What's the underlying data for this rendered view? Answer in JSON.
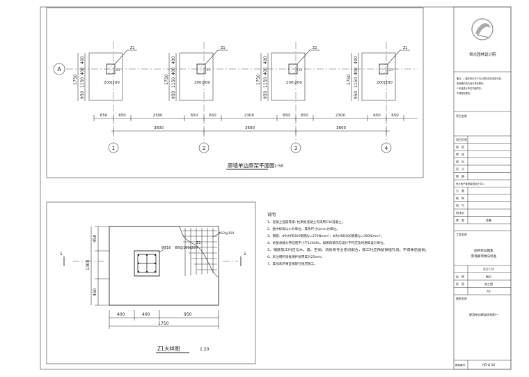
{
  "plan": {
    "title": "廊墙单边廊架平面图",
    "scale": "1:50",
    "axis_a": "A",
    "axes": [
      "1",
      "2",
      "3",
      "4"
    ],
    "column_tag": "Z1",
    "col_size": "200|200",
    "z1": "Z1",
    "dims_left": [
      "400",
      "400",
      "1150",
      "1750",
      "950"
    ],
    "dims_bottom": [
      "650",
      "650",
      "2300",
      "650",
      "650",
      "2300",
      "650",
      "650",
      "2300",
      "650",
      "650"
    ],
    "bays": [
      "3600",
      "3600",
      "3600"
    ]
  },
  "detail": {
    "title": "Z1大样图",
    "scale": "1:20",
    "rebar_main": "8Φ16",
    "stirrup": "Φ8@100/200",
    "z1": "Z1",
    "mesh": "Φ12@150",
    "section_left": "1",
    "section_right": "1",
    "dims_left": [
      "450",
      "1300",
      "450"
    ],
    "dims_bottom": [
      "400",
      "400",
      "950"
    ],
    "dim_total": "1750"
  },
  "notes": {
    "heading": "说明",
    "lines": [
      "1、混凝土强度等级: 柱梁板混凝土均采用C30混凝土。",
      "2、图中标高以m为单位，其余尺寸以mm为单位。",
      "3、钢筋：Φ为HPB300钢筋fy=270N/mm²，Φ为HRB400钢筋fy=360N/mm²。",
      "4、地基承载力特征值不小于120kPa，如现场情况与设计不符应及时通知设计单位。",
      "5、钢筋施工时应与水、电、空调、消防等专业密切配合，施工时应预留预埋孔洞，不得事后凿剔。",
      "6、未注明的梁板保护层厚度为25mm。",
      "7、其他未尽事宜按现行规范施工。"
    ]
  },
  "title_block": {
    "company": "恒大园林设计院",
    "notes_tiny": [
      "备注：1.图中所示尺寸均以现场实际测量为准，",
      "如有疑问请与设计单位联系。",
      "2.未经设计单位书面同意，",
      "不得擅自更改。"
    ],
    "rows_a": [
      "项目名称"
    ],
    "rows_b": [
      "项目负责",
      "审　定",
      "审　核",
      "校　对",
      "设　计",
      "制　图"
    ],
    "rows_c": [
      "恒大地产集团景观设计中心",
      "方　案",
      "结　构",
      "电　气",
      "给排水",
      "景　观"
    ],
    "stamp_value": "签署",
    "project_label": "工程名称",
    "project_line1": "园林标准图集",
    "project_line2": "景墙廊架做法标准",
    "date": "2017.07",
    "scale_label": "比　例",
    "scale_value": "图示",
    "stage_label": "阶　段",
    "stage_value": "施工图",
    "size_value": "A3",
    "drawing_name_label": "图纸名称",
    "drawing_name": "廊墙单边廊架结构图一",
    "drawing_no_label": "图纸编号",
    "drawing_no": "HD-LJ-16"
  }
}
